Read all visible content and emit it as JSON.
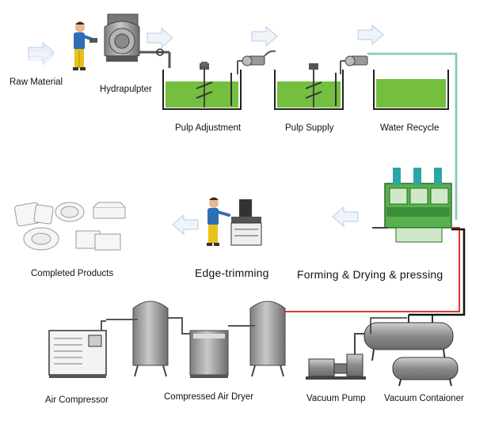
{
  "labels": {
    "raw_material": "Raw Material",
    "hydrapulpter": "Hydrapulpter",
    "pulp_adjustment": "Pulp Adjustment",
    "pulp_supply": "Pulp Supply",
    "water_recycle": "Water Recycle",
    "completed_products": "Completed Products",
    "edge_trimming": "Edge-trimming",
    "forming_drying_pressing": "Forming & Drying & pressing",
    "air_compressor": "Air Compressor",
    "compressed_air_dryer": "Compressed Air Dryer",
    "vacuum_pump": "Vacuum Pump",
    "vacuum_container": "Vacuum Contaioner"
  },
  "colors": {
    "pulp_green": "#74bf3f",
    "tank_outline": "#222222",
    "arrow_blue": "#dbe8f4",
    "pipe_red": "#d93a2b",
    "machine_green": "#58b14d",
    "tank_grey": "#9a9a9a",
    "worker_blue": "#2d6fb5",
    "worker_yellow": "#e8c21a"
  },
  "icons": [
    "worker-icon",
    "hydrapulper-icon",
    "mixer-icon",
    "pump-icon",
    "forming-machine-icon",
    "trimming-machine-icon",
    "air-compressor-icon",
    "air-tank-icon",
    "air-dryer-icon",
    "vacuum-pump-icon",
    "vacuum-container-icon",
    "product-plate-icon",
    "flow-arrow-icon"
  ]
}
